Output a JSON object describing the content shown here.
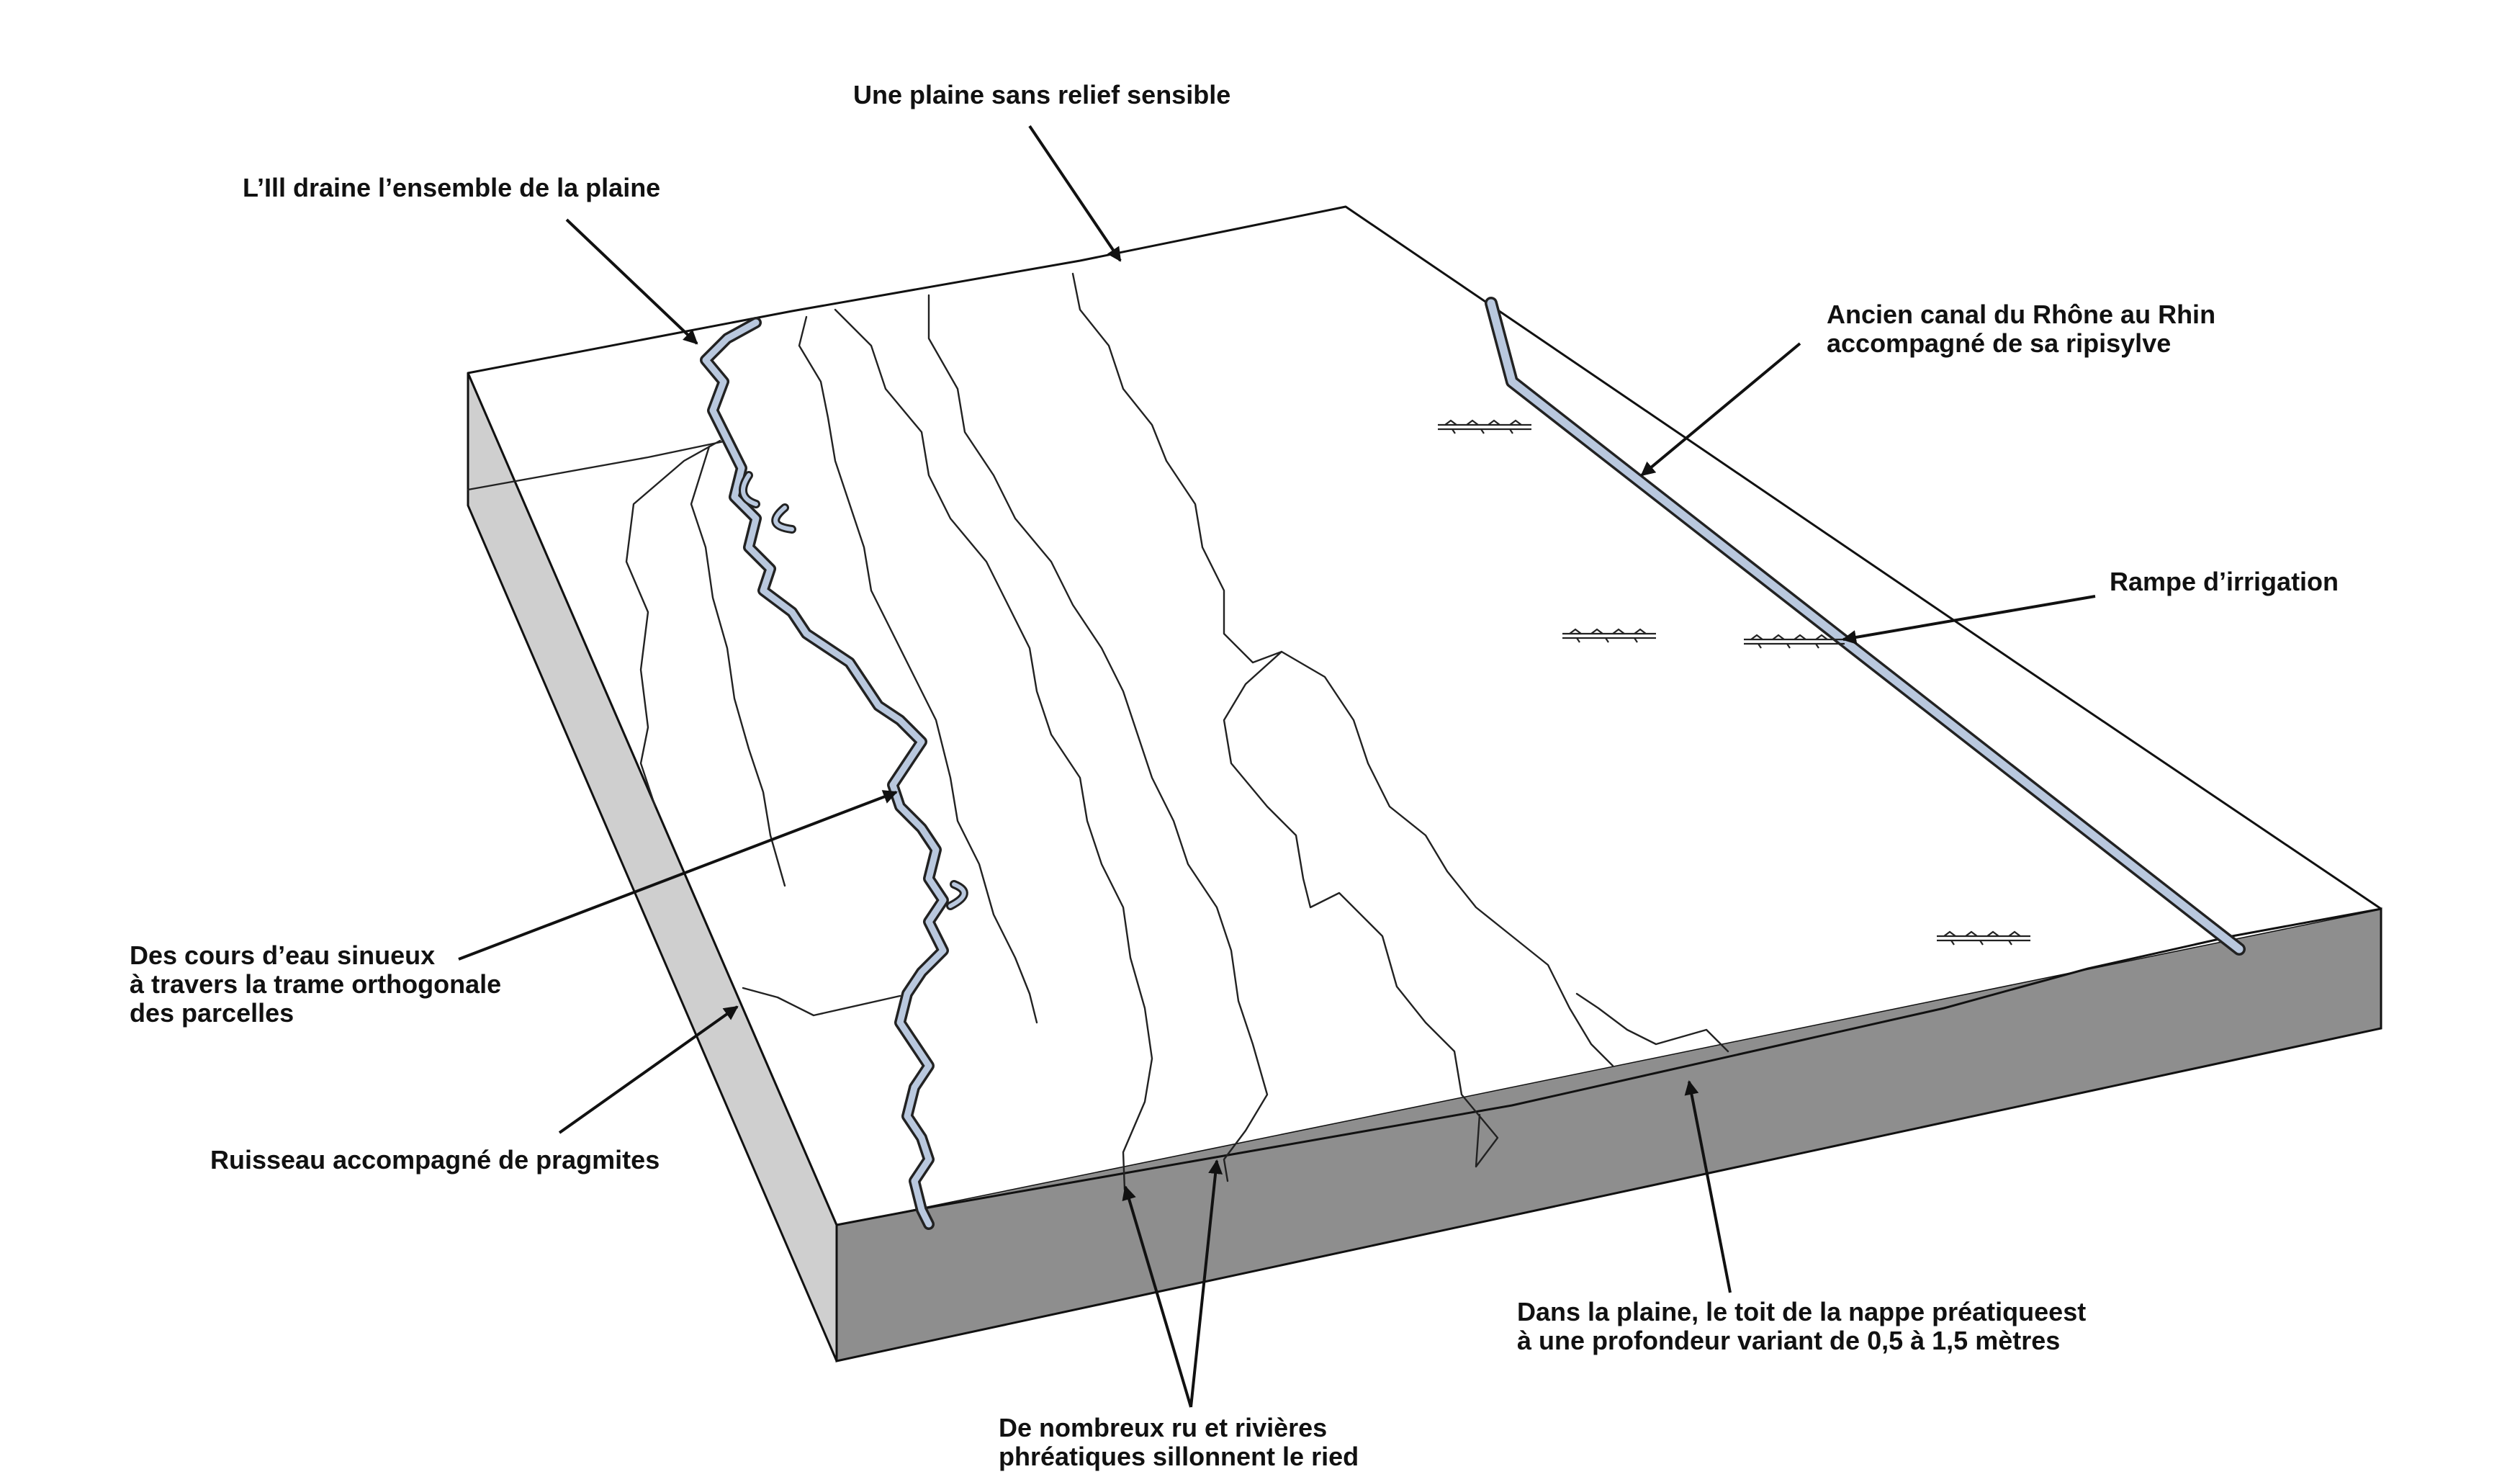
{
  "diagram": {
    "colors": {
      "top_face": "#ffffff",
      "left_face": "#cfcfcf",
      "front_face": "#8e8e8e",
      "water": "#b9c8de",
      "line": "#111111"
    },
    "labels": {
      "plaine": "Une plaine sans relief sensible",
      "ill": "L’Ill draine l’ensemble de la plaine",
      "canal_1": "Ancien canal du Rhône au Rhin",
      "canal_2": "accompagné de sa ripisylve",
      "rampe": "Rampe d’irrigation",
      "cours_1": "Des cours d’eau sinueux",
      "cours_2": "à travers la trame orthogonale",
      "cours_3": "des parcelles",
      "ruisseau": "Ruisseau accompagné de pragmites",
      "nappe_1": "Dans la plaine, le toit de la nappe préatiqueest",
      "nappe_2": "à une profondeur variant de 0,5 à 1,5 mètres",
      "ru_1": "De nombreux ru et rivières",
      "ru_2": "phréatiques sillonnent le ried"
    }
  }
}
